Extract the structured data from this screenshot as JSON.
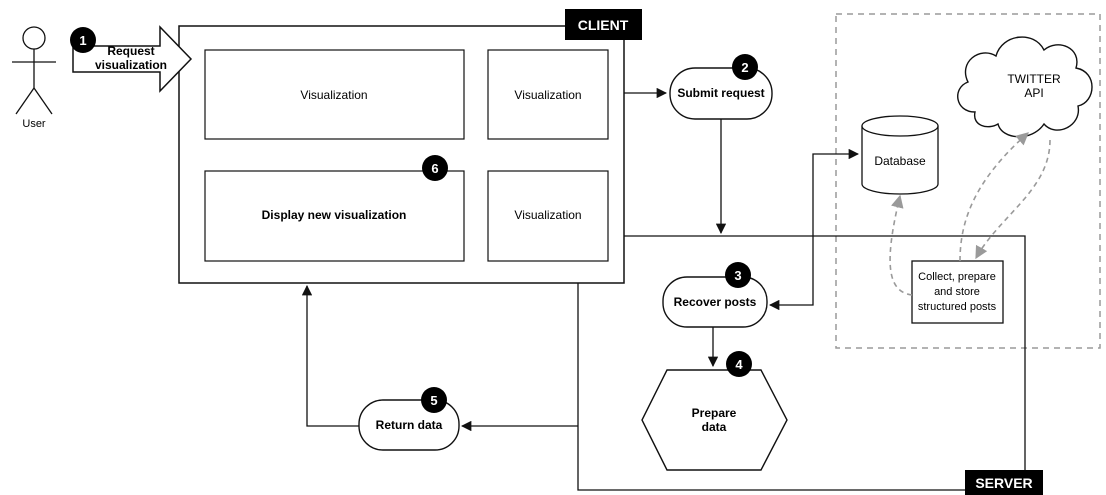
{
  "actor": {
    "label": "User"
  },
  "steps": {
    "s1": {
      "number": "1",
      "label_line1": "Request",
      "label_line2": "visualization"
    },
    "s2": {
      "number": "2",
      "label": "Submit request"
    },
    "s3": {
      "number": "3",
      "label": "Recover posts"
    },
    "s4": {
      "number": "4",
      "label_line1": "Prepare",
      "label_line2": "data"
    },
    "s5": {
      "number": "5",
      "label": "Return data"
    },
    "s6": {
      "number": "6",
      "label": "Display new visualization"
    }
  },
  "client": {
    "title": "CLIENT",
    "panels": [
      "Visualization",
      "Visualization",
      "Visualization"
    ]
  },
  "server": {
    "title": "SERVER"
  },
  "database": {
    "label": "Database"
  },
  "cloud": {
    "line1": "TWITTER",
    "line2": "API"
  },
  "collector": {
    "line1": "Collect, prepare",
    "line2": "and store",
    "line3": "structured posts"
  },
  "colors": {
    "ink": "#111111",
    "dashed": "#999999",
    "badge": "#000000"
  }
}
